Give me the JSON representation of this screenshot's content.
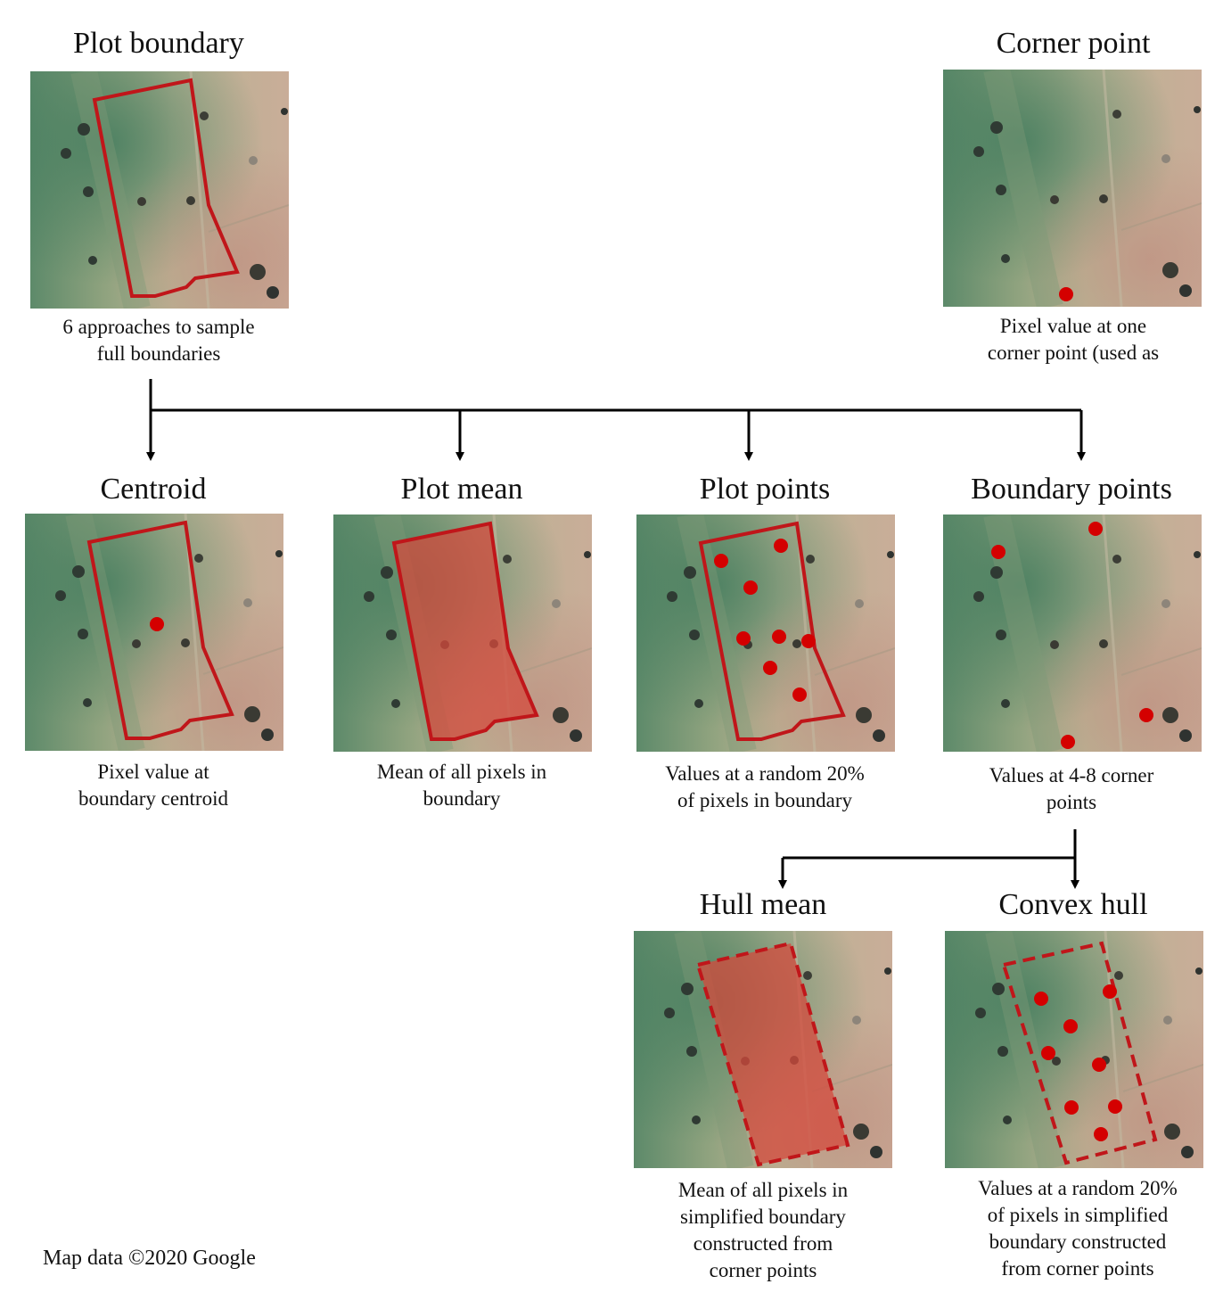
{
  "panels": {
    "plot_boundary": {
      "title": "Plot boundary",
      "caption": [
        "6 approaches to sample",
        "full boundaries"
      ]
    },
    "corner_point": {
      "title": "Corner point",
      "caption": [
        "Pixel value at one",
        "corner point (used as"
      ]
    },
    "centroid": {
      "title": "Centroid",
      "caption": [
        "Pixel value at",
        "boundary centroid"
      ]
    },
    "plot_mean": {
      "title": "Plot mean",
      "caption": [
        "Mean of all pixels in",
        "boundary"
      ]
    },
    "plot_points": {
      "title": "Plot points",
      "caption": [
        "Values at a random 20%",
        "of pixels in boundary"
      ]
    },
    "boundary_points": {
      "title": "Boundary points",
      "caption": [
        "Values at 4-8 corner",
        "points"
      ]
    },
    "hull_mean": {
      "title": "Hull mean",
      "caption": [
        "Mean of all pixels in",
        "simplified boundary",
        "constructed from",
        "corner points"
      ]
    },
    "convex_hull": {
      "title": "Convex hull",
      "caption": [
        "Values at a random 20%",
        "of pixels in simplified",
        "boundary constructed",
        "from corner points"
      ]
    }
  },
  "credit": "Map data ©2020 Google",
  "colors": {
    "marker": "#d40000",
    "boundary": "#c0161a",
    "arrow": "#000000"
  }
}
